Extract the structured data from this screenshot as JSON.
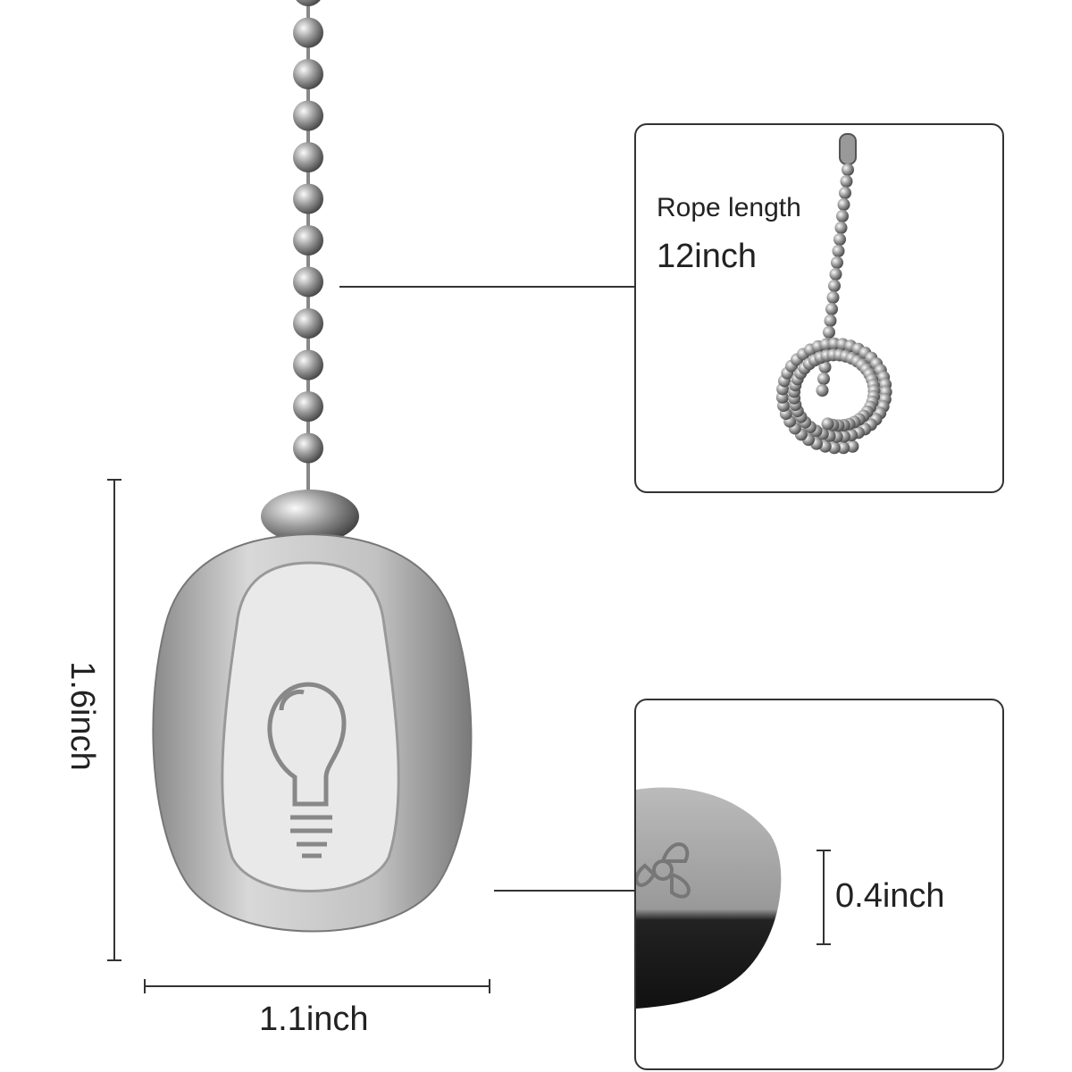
{
  "callout_top": {
    "label": "Rope length",
    "value": "12inch"
  },
  "dimensions": {
    "height": "1.6inch",
    "width": "1.1inch",
    "thickness": "0.4inch"
  },
  "icons": {
    "pendant_front": "light-bulb-icon",
    "pendant_side": "fan-icon"
  },
  "colors": {
    "metal": "#b8b8b8",
    "outline": "#333333"
  }
}
